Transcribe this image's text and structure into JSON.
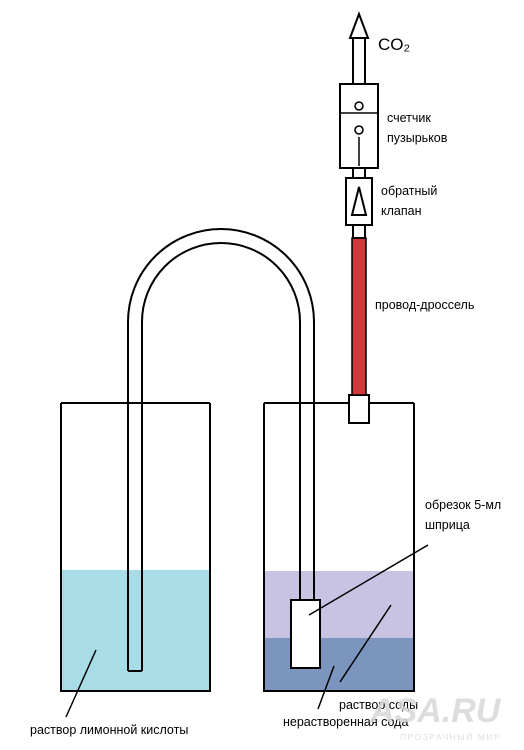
{
  "colors": {
    "line": "#000000",
    "citric_solution": "#a8dde8",
    "soda_solution": "#c9c3e3",
    "undissolved_soda": "#7b95bf",
    "throttle_wire": "#d03a3a",
    "background": "#ffffff"
  },
  "labels": {
    "co2": "CO₂",
    "bubble_counter_line1": "счетчик",
    "bubble_counter_line2": "пузырьков",
    "check_valve_line1": "обратный",
    "check_valve_line2": "клапан",
    "throttle_wire": "провод-дроссель",
    "syringe_line1": "обрезок 5-мл",
    "syringe_line2": "шприца",
    "soda_solution": "раствор соды",
    "undissolved_soda": "нерастворенная сода",
    "citric_solution": "раствор лимонной кислоты"
  },
  "watermark": {
    "brand": "ASA.RU",
    "tagline": "ПРОЗРАЧНЫЙ МИР"
  },
  "icons": [
    "up-arrow-icon",
    "check-valve-triangle-icon"
  ]
}
